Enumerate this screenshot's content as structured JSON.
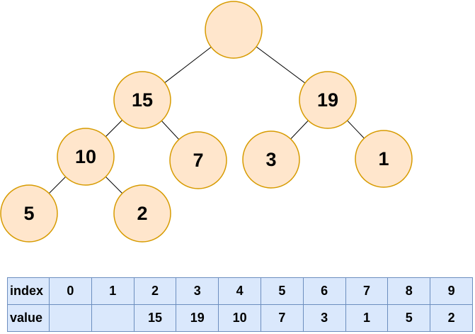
{
  "colors": {
    "background": "#FFFFFF",
    "node_fill": "#FFE6CC",
    "node_stroke": "#D79B00",
    "edge_color": "#000000",
    "table_fill": "#DAE8FC",
    "table_stroke": "#6C8EBF",
    "text_color": "#000000"
  },
  "tree": {
    "description": "binary tree",
    "nodes": [
      {
        "name": "root",
        "label": ""
      },
      {
        "name": "node-15",
        "label": "15"
      },
      {
        "name": "node-19",
        "label": "19"
      },
      {
        "name": "node-10",
        "label": "10"
      },
      {
        "name": "node-7",
        "label": "7"
      },
      {
        "name": "node-3",
        "label": "3"
      },
      {
        "name": "node-1",
        "label": "1"
      },
      {
        "name": "node-5",
        "label": "5"
      },
      {
        "name": "node-2",
        "label": "2"
      }
    ]
  },
  "table": {
    "rows": [
      {
        "header": "index",
        "cells": [
          "0",
          "1",
          "2",
          "3",
          "4",
          "5",
          "6",
          "7",
          "8",
          "9"
        ]
      },
      {
        "header": "value",
        "cells": [
          "",
          "",
          "15",
          "19",
          "10",
          "7",
          "3",
          "1",
          "5",
          "2"
        ]
      }
    ]
  }
}
